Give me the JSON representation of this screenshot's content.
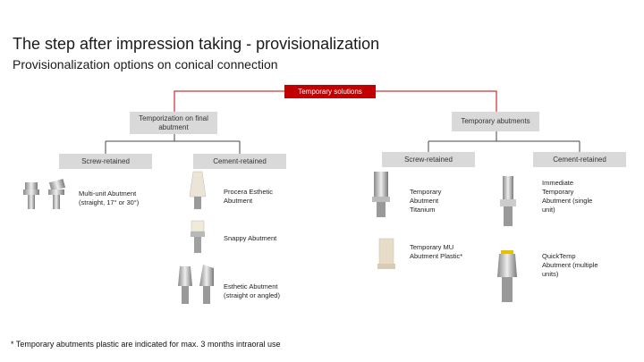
{
  "header": {
    "title": "The step after impression taking - provisionalization",
    "subtitle": "Provisionalization options on conical connection"
  },
  "tree": {
    "root": "Temporary solutions",
    "left_branch": "Temporization on final abutment",
    "right_branch": "Temporary abutments",
    "left_screw": "Screw-retained",
    "left_cement": "Cement-retained",
    "right_screw": "Screw-retained",
    "right_cement": "Cement-retained"
  },
  "products": {
    "multiunit": "Multi-unit Abutment (straight, 17° or 30°)",
    "procera": "Procera Esthetic Abutment",
    "snappy": "Snappy Abutment",
    "esthetic": "Esthetic Abutment (straight or angled)",
    "temp_titanium": "Temporary Abutment Titanium",
    "temp_mu_plastic": "Temporary MU Abutment Plastic*",
    "immediate": "Immediate Temporary Abutment (single unit)",
    "quicktemp": "QuickTemp Abutment (multiple units)"
  },
  "footnote": "* Temporary abutments plastic are indicated for max. 3 months intraoral use",
  "colors": {
    "accent": "#c00000",
    "box": "#d9d9d9",
    "line": "#444444"
  }
}
